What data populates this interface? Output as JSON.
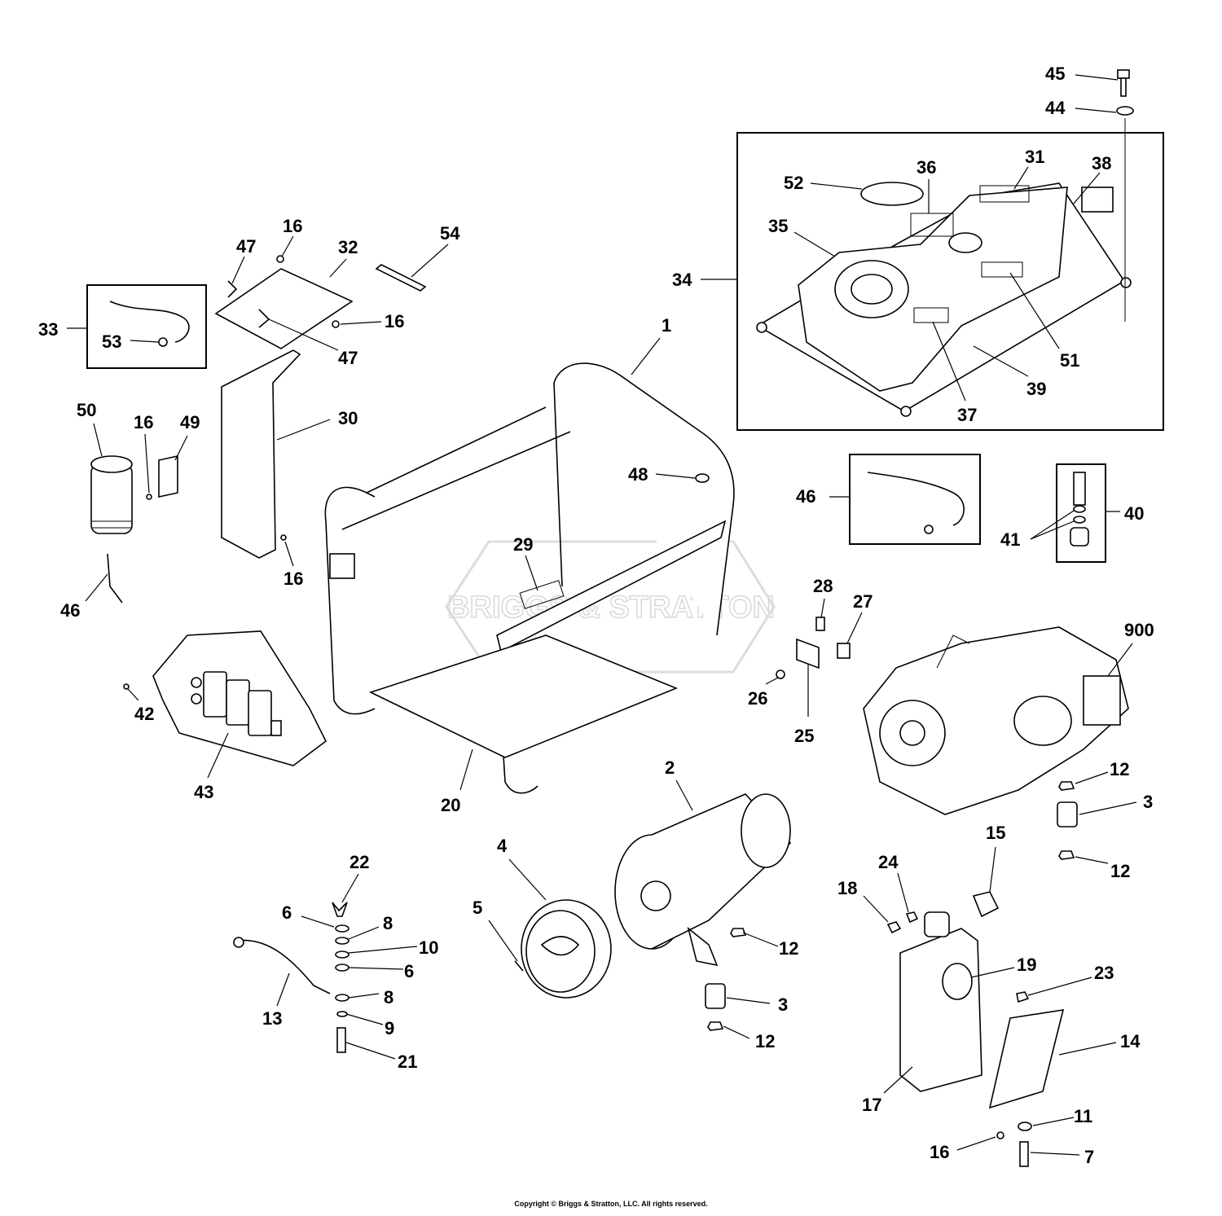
{
  "watermark": "BRIGGS & STRATTON",
  "copyright": "Copyright © Briggs & Stratton, LLC. All rights reserved.",
  "labels": [
    "45",
    "44",
    "34",
    "52",
    "36",
    "31",
    "38",
    "35",
    "51",
    "39",
    "37",
    "33",
    "53",
    "47",
    "16",
    "32",
    "54",
    "16",
    "47",
    "1",
    "50",
    "16",
    "49",
    "30",
    "48",
    "46",
    "40",
    "41",
    "46",
    "16",
    "29",
    "28",
    "27",
    "900",
    "42",
    "43",
    "20",
    "26",
    "25",
    "12",
    "3",
    "12",
    "2",
    "15",
    "24",
    "18",
    "22",
    "6",
    "8",
    "10",
    "6",
    "8",
    "13",
    "9",
    "21",
    "4",
    "5",
    "12",
    "3",
    "12",
    "19",
    "23",
    "14",
    "17",
    "11",
    "16",
    "7"
  ]
}
